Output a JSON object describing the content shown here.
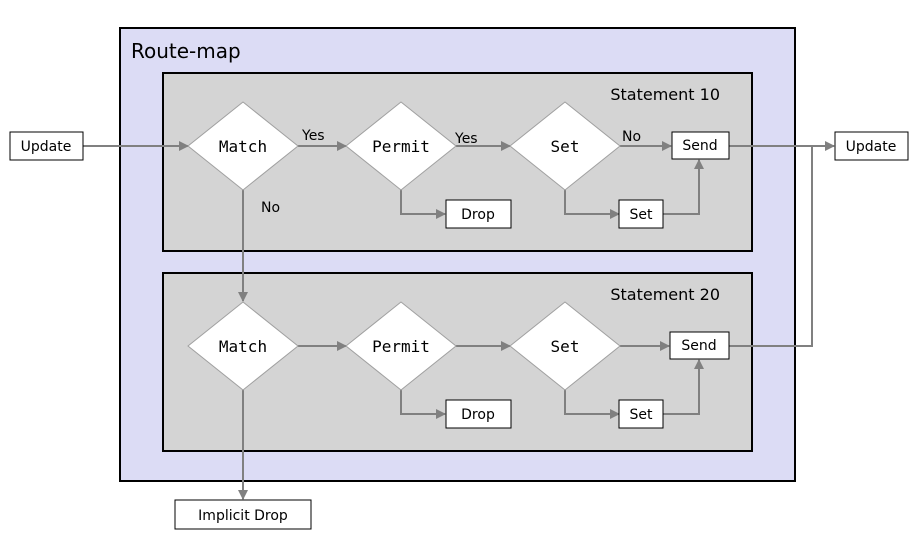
{
  "title": "Route-map",
  "statements": [
    {
      "label": "Statement 10",
      "match": "Match",
      "permit": "Permit",
      "set": "Set",
      "drop": "Drop",
      "set_box": "Set",
      "send": "Send",
      "edge_yes_1": "Yes",
      "edge_yes_2": "Yes",
      "edge_no": "No"
    },
    {
      "label": "Statement 20",
      "match": "Match",
      "permit": "Permit",
      "set": "Set",
      "drop": "Drop",
      "set_box": "Set",
      "send": "Send"
    }
  ],
  "match_no_label": "No",
  "update_in": "Update",
  "update_out": "Update",
  "implicit_drop": "Implicit Drop",
  "colors": {
    "routemap_fill": "#dcdcf5",
    "statement_fill": "#d4d4d4",
    "arrow": "#808080"
  }
}
